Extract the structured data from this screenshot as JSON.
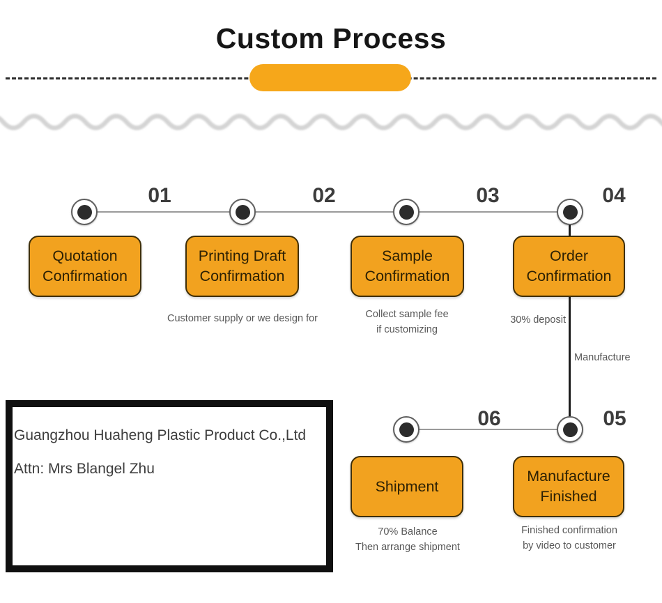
{
  "header": {
    "title": "Custom Process"
  },
  "colors": {
    "orange": "#f2a21f",
    "pill": "#f6a71a"
  },
  "steps": [
    {
      "number": "01",
      "box_line1": "Quotation",
      "box_line2": "Confirmation"
    },
    {
      "number": "02",
      "box_line1": "Printing Draft",
      "box_line2": "Confirmation",
      "note_line1": "Customer supply or we design for"
    },
    {
      "number": "03",
      "box_line1": "Sample",
      "box_line2": "Confirmation",
      "note_line1": "Collect sample fee",
      "note_line2": "if customizing"
    },
    {
      "number": "04",
      "box_line1": "Order",
      "box_line2": "Confirmation",
      "note_line1": "30% deposit"
    },
    {
      "number": "05",
      "box_line1": "Manufacture",
      "box_line2": "Finished",
      "note_line1": "Finished confirmation",
      "note_line2": "by video to customer"
    },
    {
      "number": "06",
      "box_line1": "Shipment",
      "note_line1": "70% Balance",
      "note_line2": "Then arrange shipment"
    }
  ],
  "connector": {
    "label": "Manufacture"
  },
  "info_box": {
    "line1": "Guangzhou Huaheng Plastic Product Co.,Ltd",
    "line2": "Attn: Mrs Blangel Zhu"
  }
}
